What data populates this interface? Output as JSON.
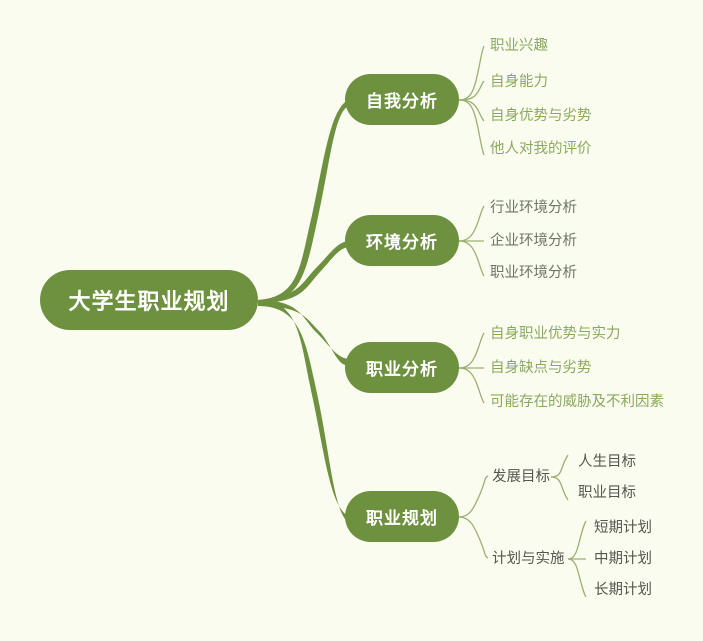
{
  "diagram": {
    "type": "mind-map",
    "title": "大学生职业规划",
    "background_color": "#fbfcf0",
    "node_color": "#6e9140",
    "node_text_color": "#ffffff",
    "leaf_green_color": "#8aa95e",
    "leaf_gray_color": "#55564f",
    "connector_color": "#6e9140",
    "thin_connector_color": "#9bb172"
  },
  "root": {
    "label": "大学生职业规划"
  },
  "branches": [
    {
      "label": "自我分析",
      "leaves": [
        {
          "label": "职业兴趣"
        },
        {
          "label": "自身能力"
        },
        {
          "label": "自身优势与劣势"
        },
        {
          "label": "他人对我的评价"
        }
      ]
    },
    {
      "label": "环境分析",
      "leaves": [
        {
          "label": "行业环境分析"
        },
        {
          "label": "企业环境分析"
        },
        {
          "label": "职业环境分析"
        }
      ]
    },
    {
      "label": "职业分析",
      "leaves": [
        {
          "label": "自身职业优势与实力"
        },
        {
          "label": "自身缺点与劣势"
        },
        {
          "label": "可能存在的威胁及不利因素"
        }
      ]
    },
    {
      "label": "职业规划",
      "leaves": [
        {
          "label": "发展目标",
          "children": [
            {
              "label": "人生目标"
            },
            {
              "label": "职业目标"
            }
          ]
        },
        {
          "label": "计划与实施",
          "children": [
            {
              "label": "短期计划"
            },
            {
              "label": "中期计划"
            },
            {
              "label": "长期计划"
            }
          ]
        }
      ]
    }
  ]
}
